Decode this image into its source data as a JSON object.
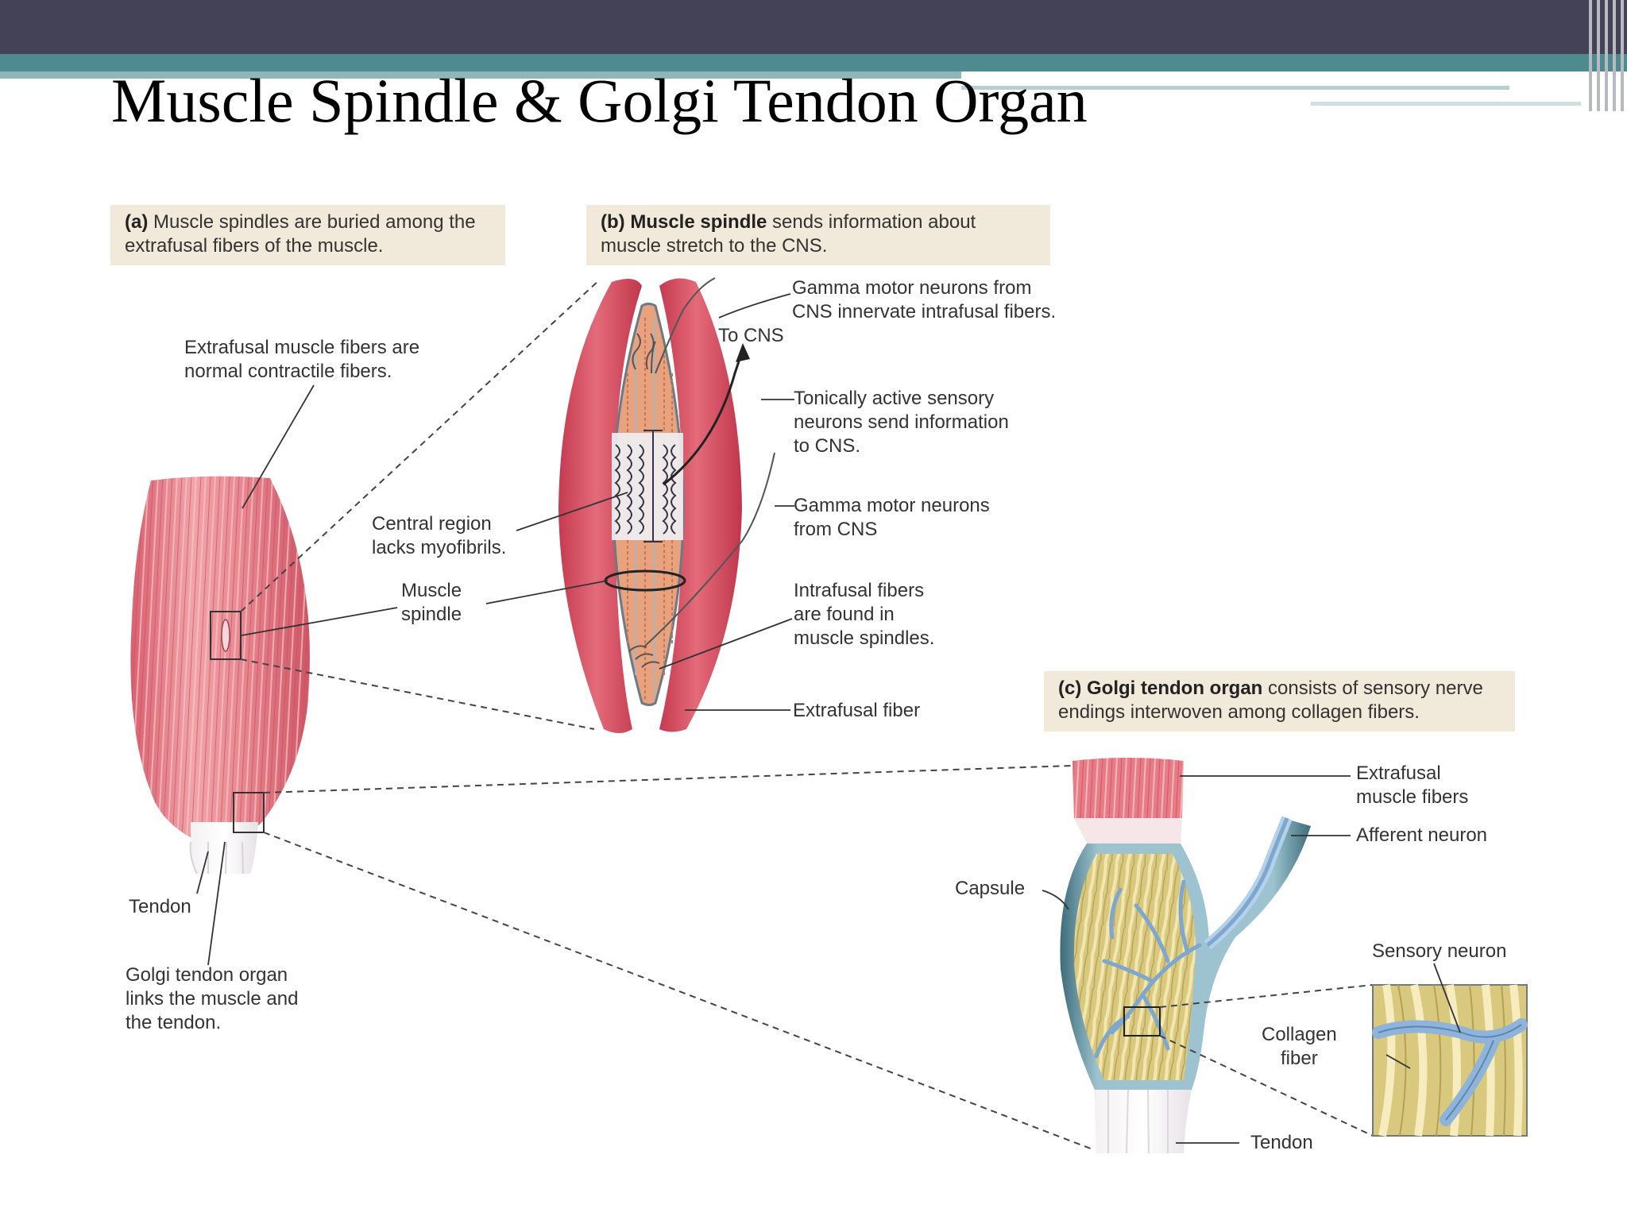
{
  "slide": {
    "title": "Muscle Spindle & Golgi Tendon Organ"
  },
  "panels": {
    "a": {
      "tag": "(a)",
      "text": "Muscle spindles are buried among the extrafusal fibers of the muscle.",
      "line1": "Muscle spindles are buried among",
      "line2": "the extrafusal fibers of the muscle."
    },
    "b": {
      "tag": "(b)",
      "bold": "Muscle spindle",
      "line1": "sends information about",
      "line2": "muscle stretch to the CNS."
    },
    "c": {
      "tag": "(c)",
      "bold": "Golgi tendon organ",
      "line1": "consists of sensory",
      "line2": "nerve endings interwoven among collagen fibers."
    }
  },
  "labels": {
    "extrafusal_normal": [
      "Extrafusal muscle fibers are",
      "normal contractile fibers."
    ],
    "central_region": [
      "Central region",
      "lacks myofibrils."
    ],
    "muscle_spindle": [
      "Muscle",
      "spindle"
    ],
    "tendon_a": "Tendon",
    "golgi_links": [
      "Golgi tendon organ",
      "links the muscle and",
      "the tendon."
    ],
    "gamma_innervate": [
      "Gamma motor neurons from",
      "CNS innervate intrafusal fibers."
    ],
    "to_cns": "To CNS",
    "tonically_active": [
      "Tonically active sensory",
      "neurons send information",
      "to CNS."
    ],
    "gamma_from_cns": [
      "Gamma motor neurons",
      "from CNS"
    ],
    "intrafusal": [
      "Intrafusal fibers",
      "are found in",
      "muscle spindles."
    ],
    "extrafusal_fiber": "Extrafusal fiber",
    "extrafusal_fibers_c": [
      "Extrafusal",
      "muscle fibers"
    ],
    "afferent": "Afferent neuron",
    "capsule": "Capsule",
    "sensory_neuron": "Sensory neuron",
    "collagen": [
      "Collagen",
      "fiber"
    ],
    "tendon_c": "Tendon"
  },
  "colors": {
    "topbar": "#444257",
    "stripe": "#4e8b90",
    "label_bg": "#f1e9d9",
    "muscle": "#e27c86",
    "muscle_dark": "#c84257",
    "collagen": "#e7d79a",
    "neuron": "#8fb4d9"
  }
}
